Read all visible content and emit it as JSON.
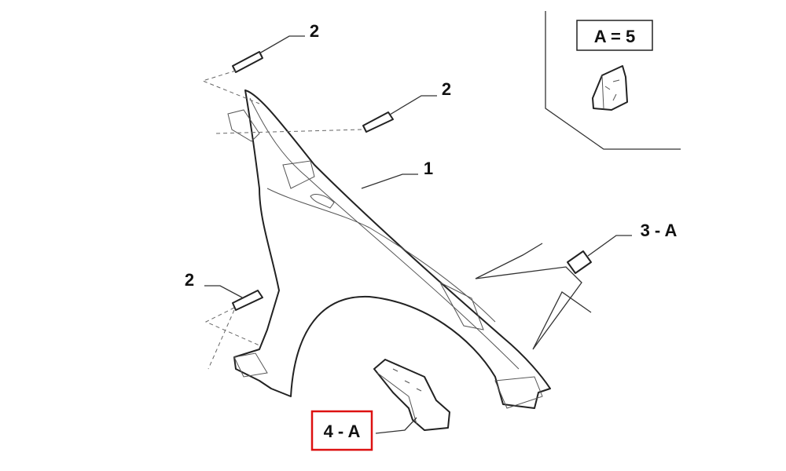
{
  "diagram": {
    "callouts": {
      "screw_top": "2",
      "screw_mid": "2",
      "fender": "1",
      "clip": "3 - A",
      "screw_left": "2",
      "bracket": "4 - A"
    },
    "kit_box": {
      "label": "A = 5"
    },
    "highlight_color": "#dd1111"
  }
}
